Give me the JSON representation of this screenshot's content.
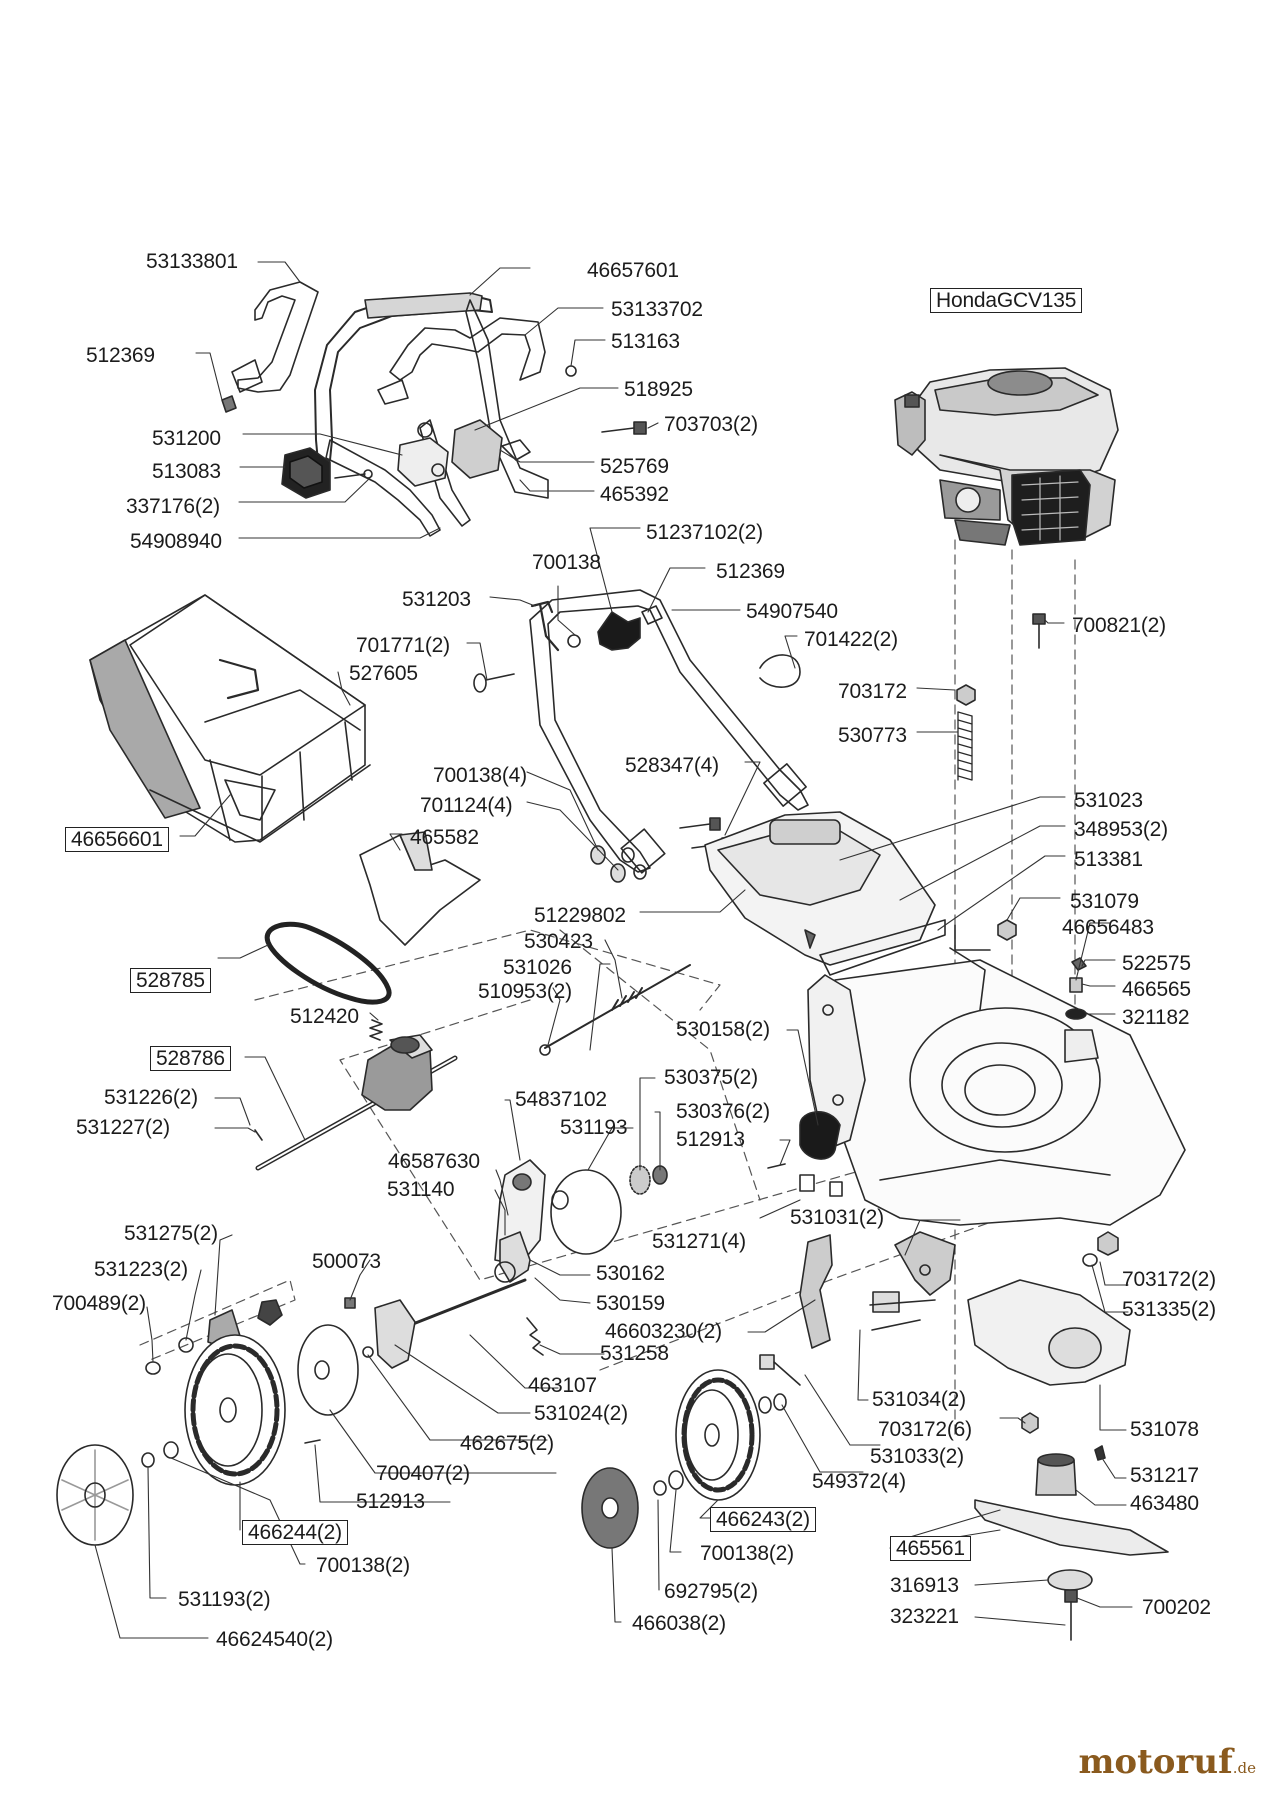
{
  "engine_label": "HondaGCV135",
  "brand": {
    "name": "motoruf",
    "tld": ".de"
  },
  "labels": {
    "p01": "53133801",
    "p02": "46657601",
    "p03": "53133702",
    "p04": "512369",
    "p05": "513163",
    "p06": "518925",
    "p07": "531200",
    "p08": "703703(2)",
    "p09": "513083",
    "p10": "525769",
    "p11": "337176(2)",
    "p12": "465392",
    "p13": "54908940",
    "p14": "51237102(2)",
    "p15": "700138",
    "p16": "512369",
    "p17": "531203",
    "p18": "54907540",
    "p19": "701771(2)",
    "p20": "701422(2)",
    "p21": "527605",
    "p22": "700821(2)",
    "p23": "703172",
    "p24": "530773",
    "p25": "528347(4)",
    "p26": "700138(4)",
    "p27": "701124(4)",
    "p28": "531023",
    "p29": "348953(2)",
    "p30": "46656601",
    "p31": "465582",
    "p32": "513381",
    "p33": "531079",
    "p34": "46656483",
    "p35": "51229802",
    "p36": "530423",
    "p37": "531026",
    "p38": "522575",
    "p39": "528785",
    "p40": "466565",
    "p41": "510953(2)",
    "p42": "321182",
    "p43": "512420",
    "p44": "530158(2)",
    "p45": "528786",
    "p46": "530375(2)",
    "p47": "54837102",
    "p48": "531226(2)",
    "p49": "530376(2)",
    "p50": "531227(2)",
    "p51": "531193",
    "p52": "512913",
    "p53": "46587630",
    "p54": "531140",
    "p55": "531031(2)",
    "p56": "531271(4)",
    "p57": "531275(2)",
    "p58": "500073",
    "p59": "531223(2)",
    "p60": "530162",
    "p61": "703172(2)",
    "p62": "700489(2)",
    "p63": "530159",
    "p64": "531335(2)",
    "p65": "46603230(2)",
    "p66": "531258",
    "p67": "463107",
    "p68": "531034(2)",
    "p69": "531024(2)",
    "p70": "703172(6)",
    "p71": "531078",
    "p72": "462675(2)",
    "p73": "531033(2)",
    "p74": "531217",
    "p75": "700407(2)",
    "p76": "549372(4)",
    "p77": "463480",
    "p78": "512913",
    "p79": "466243(2)",
    "p80": "466244(2)",
    "p81": "465561",
    "p82": "700138(2)",
    "p83": "700138(2)",
    "p84": "316913",
    "p85": "692795(2)",
    "p86": "700202",
    "p87": "531193(2)",
    "p88": "323221",
    "p89": "466038(2)",
    "p90": "46624540(2)"
  }
}
